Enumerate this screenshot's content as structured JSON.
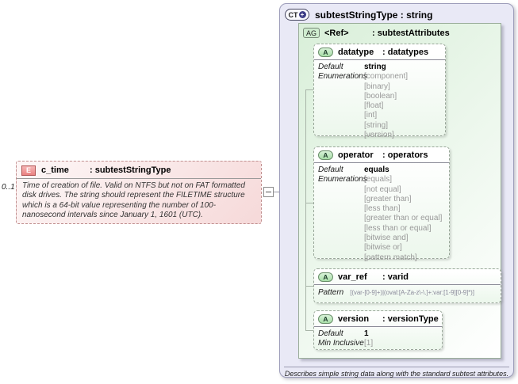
{
  "element": {
    "icon": "E",
    "name": "c_time",
    "type": ": subtestStringType",
    "cardinality": "0..1",
    "description": "Time of creation of file. Valid on NTFS but not on FAT formatted disk drives.  The string should represent the FILETIME structure which is a 64-bit value representing the number of 100-nanosecond intervals since January 1, 1601 (UTC)."
  },
  "complex_type": {
    "icon": "CT",
    "plus": "+",
    "title": "subtestStringType : string",
    "footer": "Describes simple string data along with the standard subtest attributes."
  },
  "attribute_group": {
    "icon": "AG",
    "name": "<Ref>",
    "type": ": subtestAttributes"
  },
  "attributes": {
    "datatype": {
      "icon": "A",
      "name": "datatype",
      "type": ": datatypes",
      "default_label": "Default",
      "default_value": "string",
      "enums_label": "Enumerations",
      "enums": [
        "[component]",
        "[binary]",
        "[boolean]",
        "[float]",
        "[int]",
        "[string]",
        "[version]"
      ]
    },
    "operator": {
      "icon": "A",
      "name": "operator",
      "type": ": operators",
      "default_label": "Default",
      "default_value": "equals",
      "enums_label": "Enumerations",
      "enums": [
        "[equals]",
        "[not equal]",
        "[greater than]",
        "[less than]",
        "[greater than or equal]",
        "[less than or equal]",
        "[bitwise and]",
        "[bitwise or]",
        "[pattern match]"
      ]
    },
    "var_ref": {
      "icon": "A",
      "name": "var_ref",
      "type": ": varid",
      "pattern_label": "Pattern",
      "pattern_value": "[(var-[0-9]+)|(oval:[A-Za-z\\-\\.]+:var:[1-9][0-9]*)]"
    },
    "version": {
      "icon": "A",
      "name": "version",
      "type": ": versionType",
      "default_label": "Default",
      "default_value": "1",
      "min_inclusive_label": "Min Inclusive",
      "min_inclusive_value": "[1]"
    }
  },
  "colors": {
    "element_accent": "#ea8383",
    "element_accent_light": "#f6b6b6",
    "element_bg_light": "#fdf7f7",
    "element_bg_dark": "#f6d9d9",
    "ct_bg": "#e9e9f6",
    "group_green": "#d9efd9"
  }
}
